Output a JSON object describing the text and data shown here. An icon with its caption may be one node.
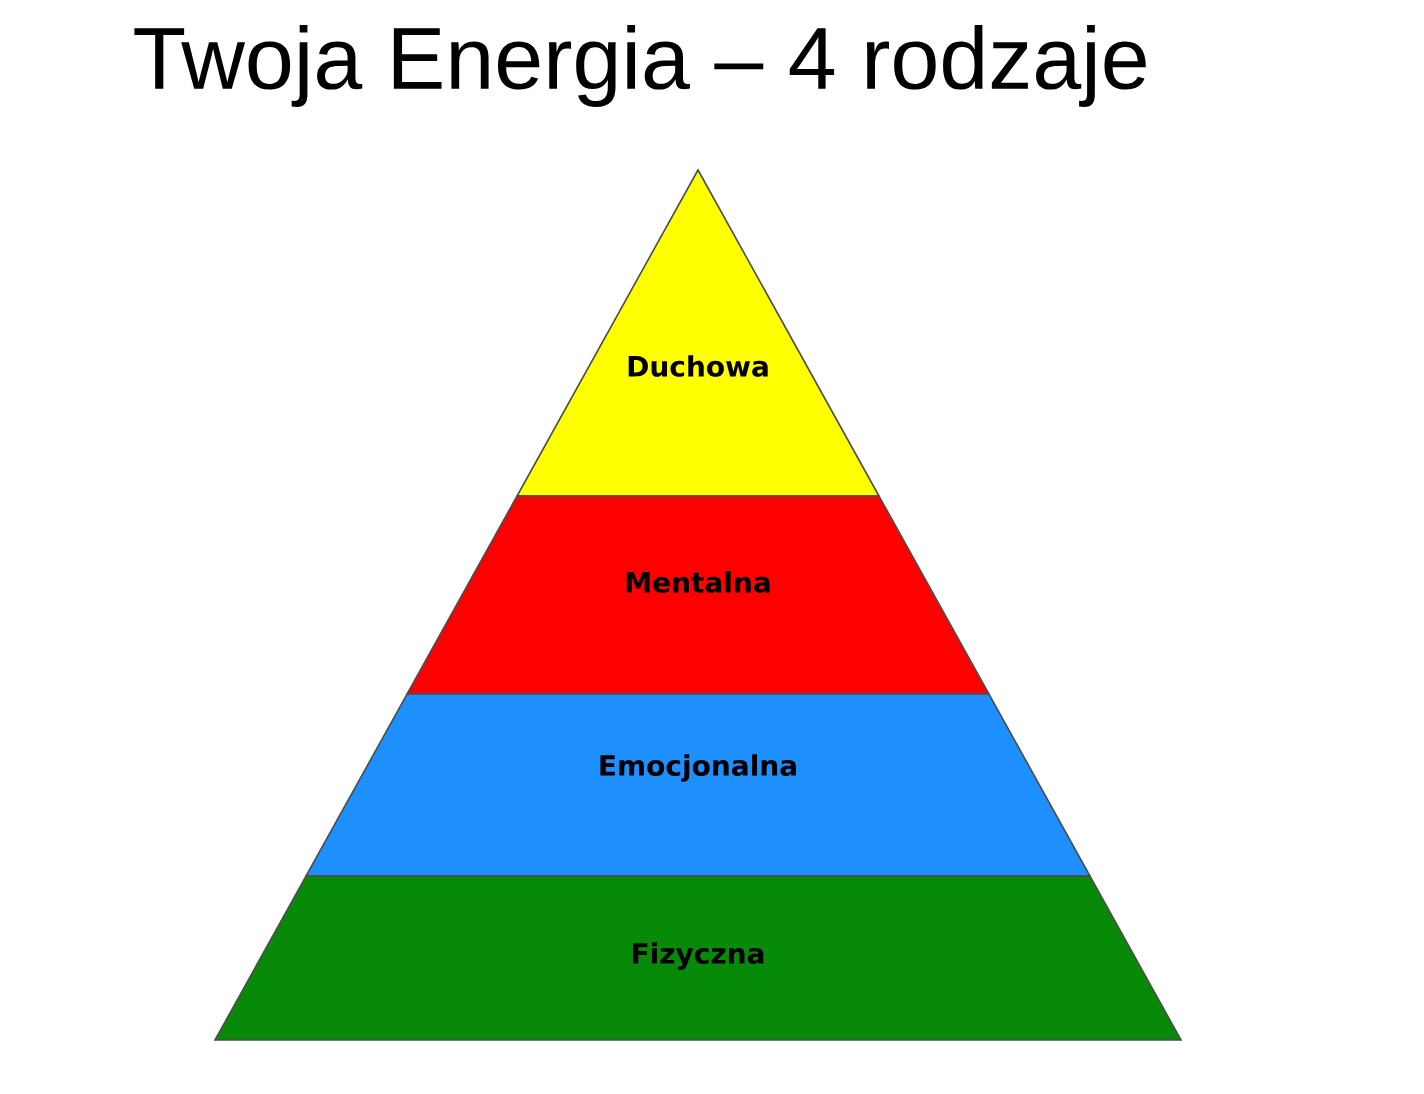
{
  "diagram": {
    "title": "Twoja Energia – 4 rodzaje",
    "nodes": [
      {
        "text": [
          "Duchowa"
        ]
      },
      {
        "text": [
          "Mentalna"
        ]
      },
      {
        "text": [
          "Emocjonalna"
        ]
      },
      {
        "text": [
          "Fizyczna"
        ]
      }
    ]
  }
}
